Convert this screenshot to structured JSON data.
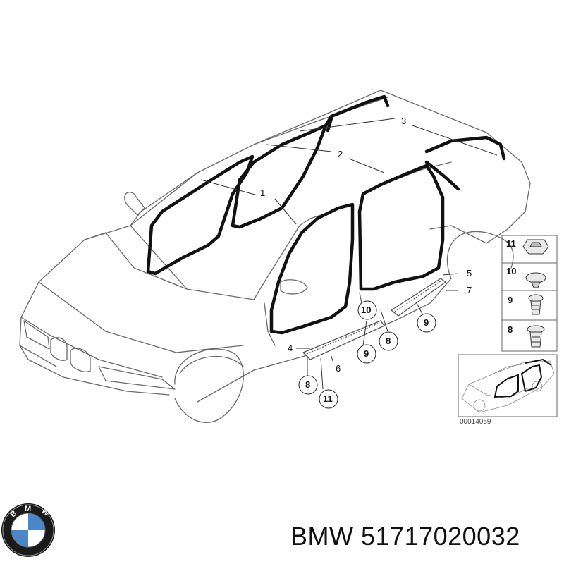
{
  "callouts": {
    "c1": "1",
    "c2": "2",
    "c3": "3",
    "c4": "4",
    "c5": "5",
    "c6": "6",
    "c7": "7",
    "c8a": "8",
    "c8b": "8",
    "c9a": "9",
    "c9b": "9",
    "c10": "10",
    "c11": "11"
  },
  "legend": {
    "l11": "11",
    "l10": "10",
    "l9": "9",
    "l8": "8"
  },
  "inset_code": "00014059",
  "footer": {
    "brand": "BMW",
    "part_number": "51717020032"
  },
  "colors": {
    "line": "#555555",
    "seal": "#111111",
    "logo_blue": "#4a86c8"
  }
}
